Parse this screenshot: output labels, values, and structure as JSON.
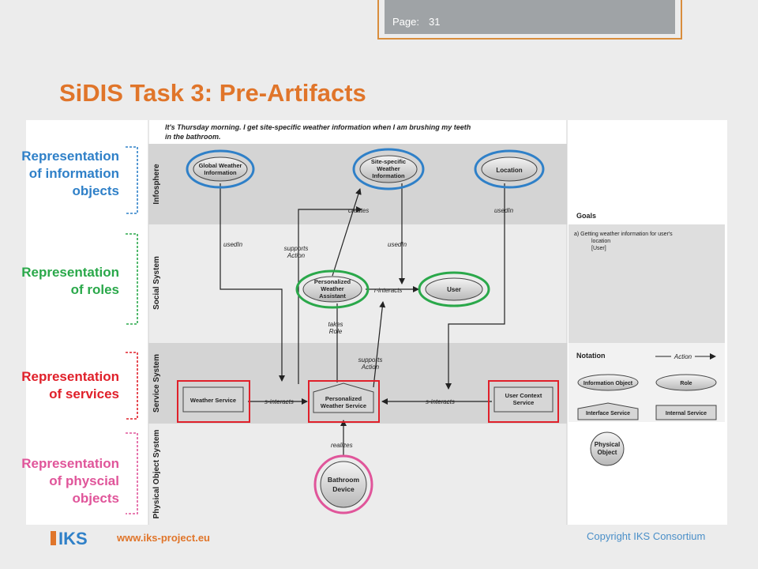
{
  "header": {
    "page_label": "Page:",
    "page_number": "31"
  },
  "title": "SiDIS Task 3: Pre-Artifacts",
  "representations": [
    {
      "lines": [
        "Representation",
        "of information",
        "objects"
      ],
      "color": "#2f80c8"
    },
    {
      "lines": [
        "Representation",
        "of roles"
      ],
      "color": "#2aa84a"
    },
    {
      "lines": [
        "Representation",
        "of services"
      ],
      "color": "#e0202a"
    },
    {
      "lines": [
        "Representation",
        "of physcial",
        "objects"
      ],
      "color": "#e0559a"
    }
  ],
  "diagram": {
    "scenario": [
      "It's Thursday morning. I get site-specific weather information when I am brushing my teeth",
      "in the bathroom."
    ],
    "layers": [
      "Infosphere",
      "Social System",
      "Service System",
      "Physical Object System"
    ],
    "information_objects": [
      [
        "Global Weather",
        "Information"
      ],
      [
        "Site-specific",
        "Weather",
        "Information"
      ],
      [
        "Location"
      ]
    ],
    "roles": [
      [
        "Personalized",
        "Weather",
        "Assistant"
      ],
      [
        "User"
      ]
    ],
    "services": [
      [
        "Weather Service"
      ],
      [
        "Personalized",
        "Weather Service"
      ],
      [
        "User Context",
        "Service"
      ]
    ],
    "physical_object": [
      "Bathroom",
      "Device"
    ],
    "edges": {
      "usedIn": "usedIn",
      "creates": "creates",
      "supports_action": [
        "supports",
        "Action"
      ],
      "r_interacts": "r-interacts",
      "takes_role": [
        "takes",
        "Role"
      ],
      "s_interacts": "s-interacts",
      "realizes": "realizes"
    },
    "goals": {
      "heading": "Goals",
      "items": [
        "a)   Getting weather information for user's",
        "location",
        "[User]"
      ]
    },
    "notation": {
      "heading": "Notation",
      "action": "Action",
      "information_object": "Information Object",
      "role": "Role",
      "interface_service": "Interface Service",
      "internal_service": "Internal Service",
      "physical_object": [
        "Physical",
        "Object"
      ]
    }
  },
  "footer": {
    "url": "www.iks-project.eu",
    "copyright": "Copyright IKS Consortium",
    "logo_text": "IKS"
  }
}
